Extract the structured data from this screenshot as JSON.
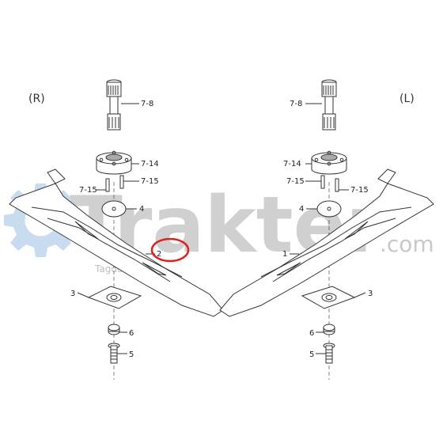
{
  "side_labels": {
    "right": "(R)",
    "left": "(L)"
  },
  "watermark": {
    "brand": "Trakter",
    "suffix": ".com",
    "tagline": "Tagdalendis"
  },
  "left_assembly": {
    "shaft": "7-8",
    "bearing": "7-14",
    "pin_left": "7-15",
    "pin_right": "7-15",
    "washer": "4",
    "blade": "2",
    "plate": "3",
    "nut": "6",
    "bolt": "5"
  },
  "right_assembly": {
    "shaft": "7-8",
    "bearing": "7-14",
    "pin_left": "7-15",
    "pin_right": "7-15",
    "washer": "4",
    "blade": "1",
    "plate": "3",
    "nut": "6",
    "bolt": "5"
  },
  "highlight": {
    "target": "2",
    "color": "#e02020"
  },
  "colors": {
    "line": "#333333",
    "watermark_gear": "#c9dbef",
    "watermark_text": "#d0d0d0"
  }
}
